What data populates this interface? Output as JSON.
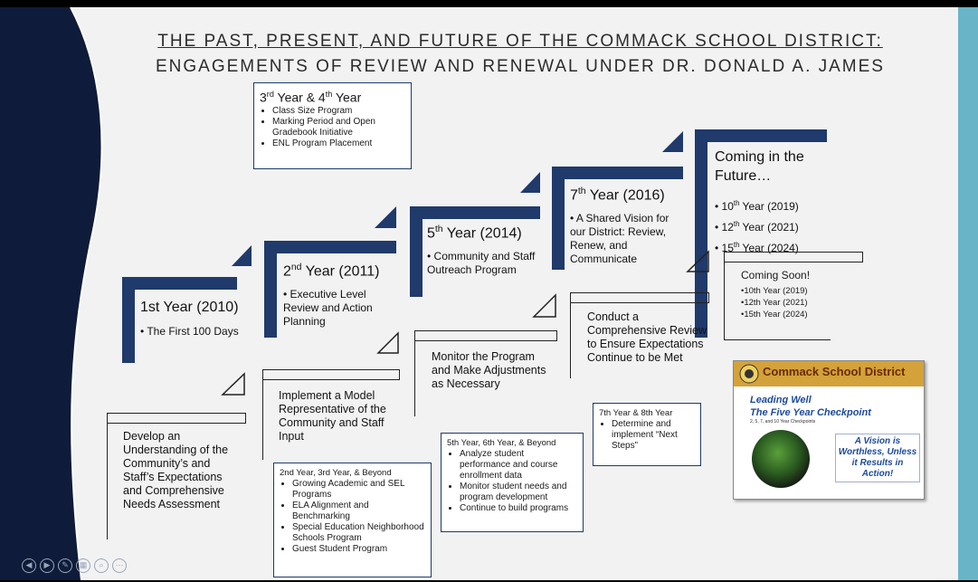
{
  "title": {
    "line1": "THE PAST, PRESENT, AND FUTURE OF THE COMMACK SCHOOL DISTRICT:",
    "line2": "ENGAGEMENTS OF REVIEW AND RENEWAL  UNDER DR. DONALD A. JAMES"
  },
  "steps": {
    "year1": {
      "title": "1st Year (2010)",
      "bullet": "The First 100 Days"
    },
    "year2": {
      "title_pre": "2",
      "title_sup": "nd",
      "title_post": " Year (2011)",
      "bullet": "Executive Level Review and Action Planning"
    },
    "year5": {
      "title_pre": "5",
      "title_sup": "th",
      "title_post": "  Year (2014)",
      "bullet": "Community and Staff Outreach Program"
    },
    "year7": {
      "title_pre": "7",
      "title_sup": "th",
      "title_post": "  Year (2016)",
      "bullet": "A Shared Vision for our District: Review, Renew, and Communicate"
    },
    "future": {
      "title": "Coming in the Future…",
      "items": [
        {
          "n": "10",
          "sup": "th",
          "rest": "  Year (2019)"
        },
        {
          "n": "12",
          "sup": "th",
          "rest": "  Year (2021)"
        },
        {
          "n": "15",
          "sup": "th",
          "rest": "  Year (2024)"
        }
      ]
    }
  },
  "actions": {
    "a1": "Develop an Understanding of the Community’s and Staff’s Expectations and Comprehensive Needs Assessment",
    "a2": "Implement a Model Representative of the Community and Staff Input",
    "a3": "Monitor the Program and Make Adjustments as Necessary",
    "a4": "Conduct a Comprehensive Review to Ensure Expectations Continue to be Met"
  },
  "boxes": {
    "y34": {
      "head_a": "3",
      "head_a_sup": "rd",
      "head_b": " Year & 4",
      "head_b_sup": "th",
      "head_c": " Year",
      "items": [
        "Class Size Program",
        "Marking Period and Open Gradebook Initiative",
        "ENL Program Placement"
      ]
    },
    "y23": {
      "head": "2nd Year, 3rd Year, & Beyond",
      "items": [
        "Growing Academic and SEL Programs",
        "ELA Alignment and Benchmarking",
        "Special Education Neighborhood Schools Program",
        "Guest Student Program"
      ]
    },
    "y56": {
      "head": "5th Year, 6th Year, & Beyond",
      "items": [
        "Analyze student performance and course enrollment data",
        "Monitor student needs and program development",
        "Continue to build programs"
      ]
    },
    "y78": {
      "head": "7th Year & 8th Year",
      "items": [
        "Determine and implement “Next Steps”"
      ]
    },
    "soon": {
      "head": "Coming Soon!",
      "items": [
        "•10th  Year (2019)",
        "•12th  Year (2021)",
        "•15th  Year (2024)"
      ]
    }
  },
  "thumbnail": {
    "banner": "Commack School District",
    "line1": "Leading Well",
    "line2": "The Five Year Checkpoint",
    "small": "2, 5, 7, and 10 Year Checkpoints",
    "quote": "A Vision is Worthless, Unless it Results in Action!"
  },
  "colors": {
    "navy": "#1f3a6b",
    "teal": "#6ab4c8",
    "background": "#f2f2f2"
  }
}
